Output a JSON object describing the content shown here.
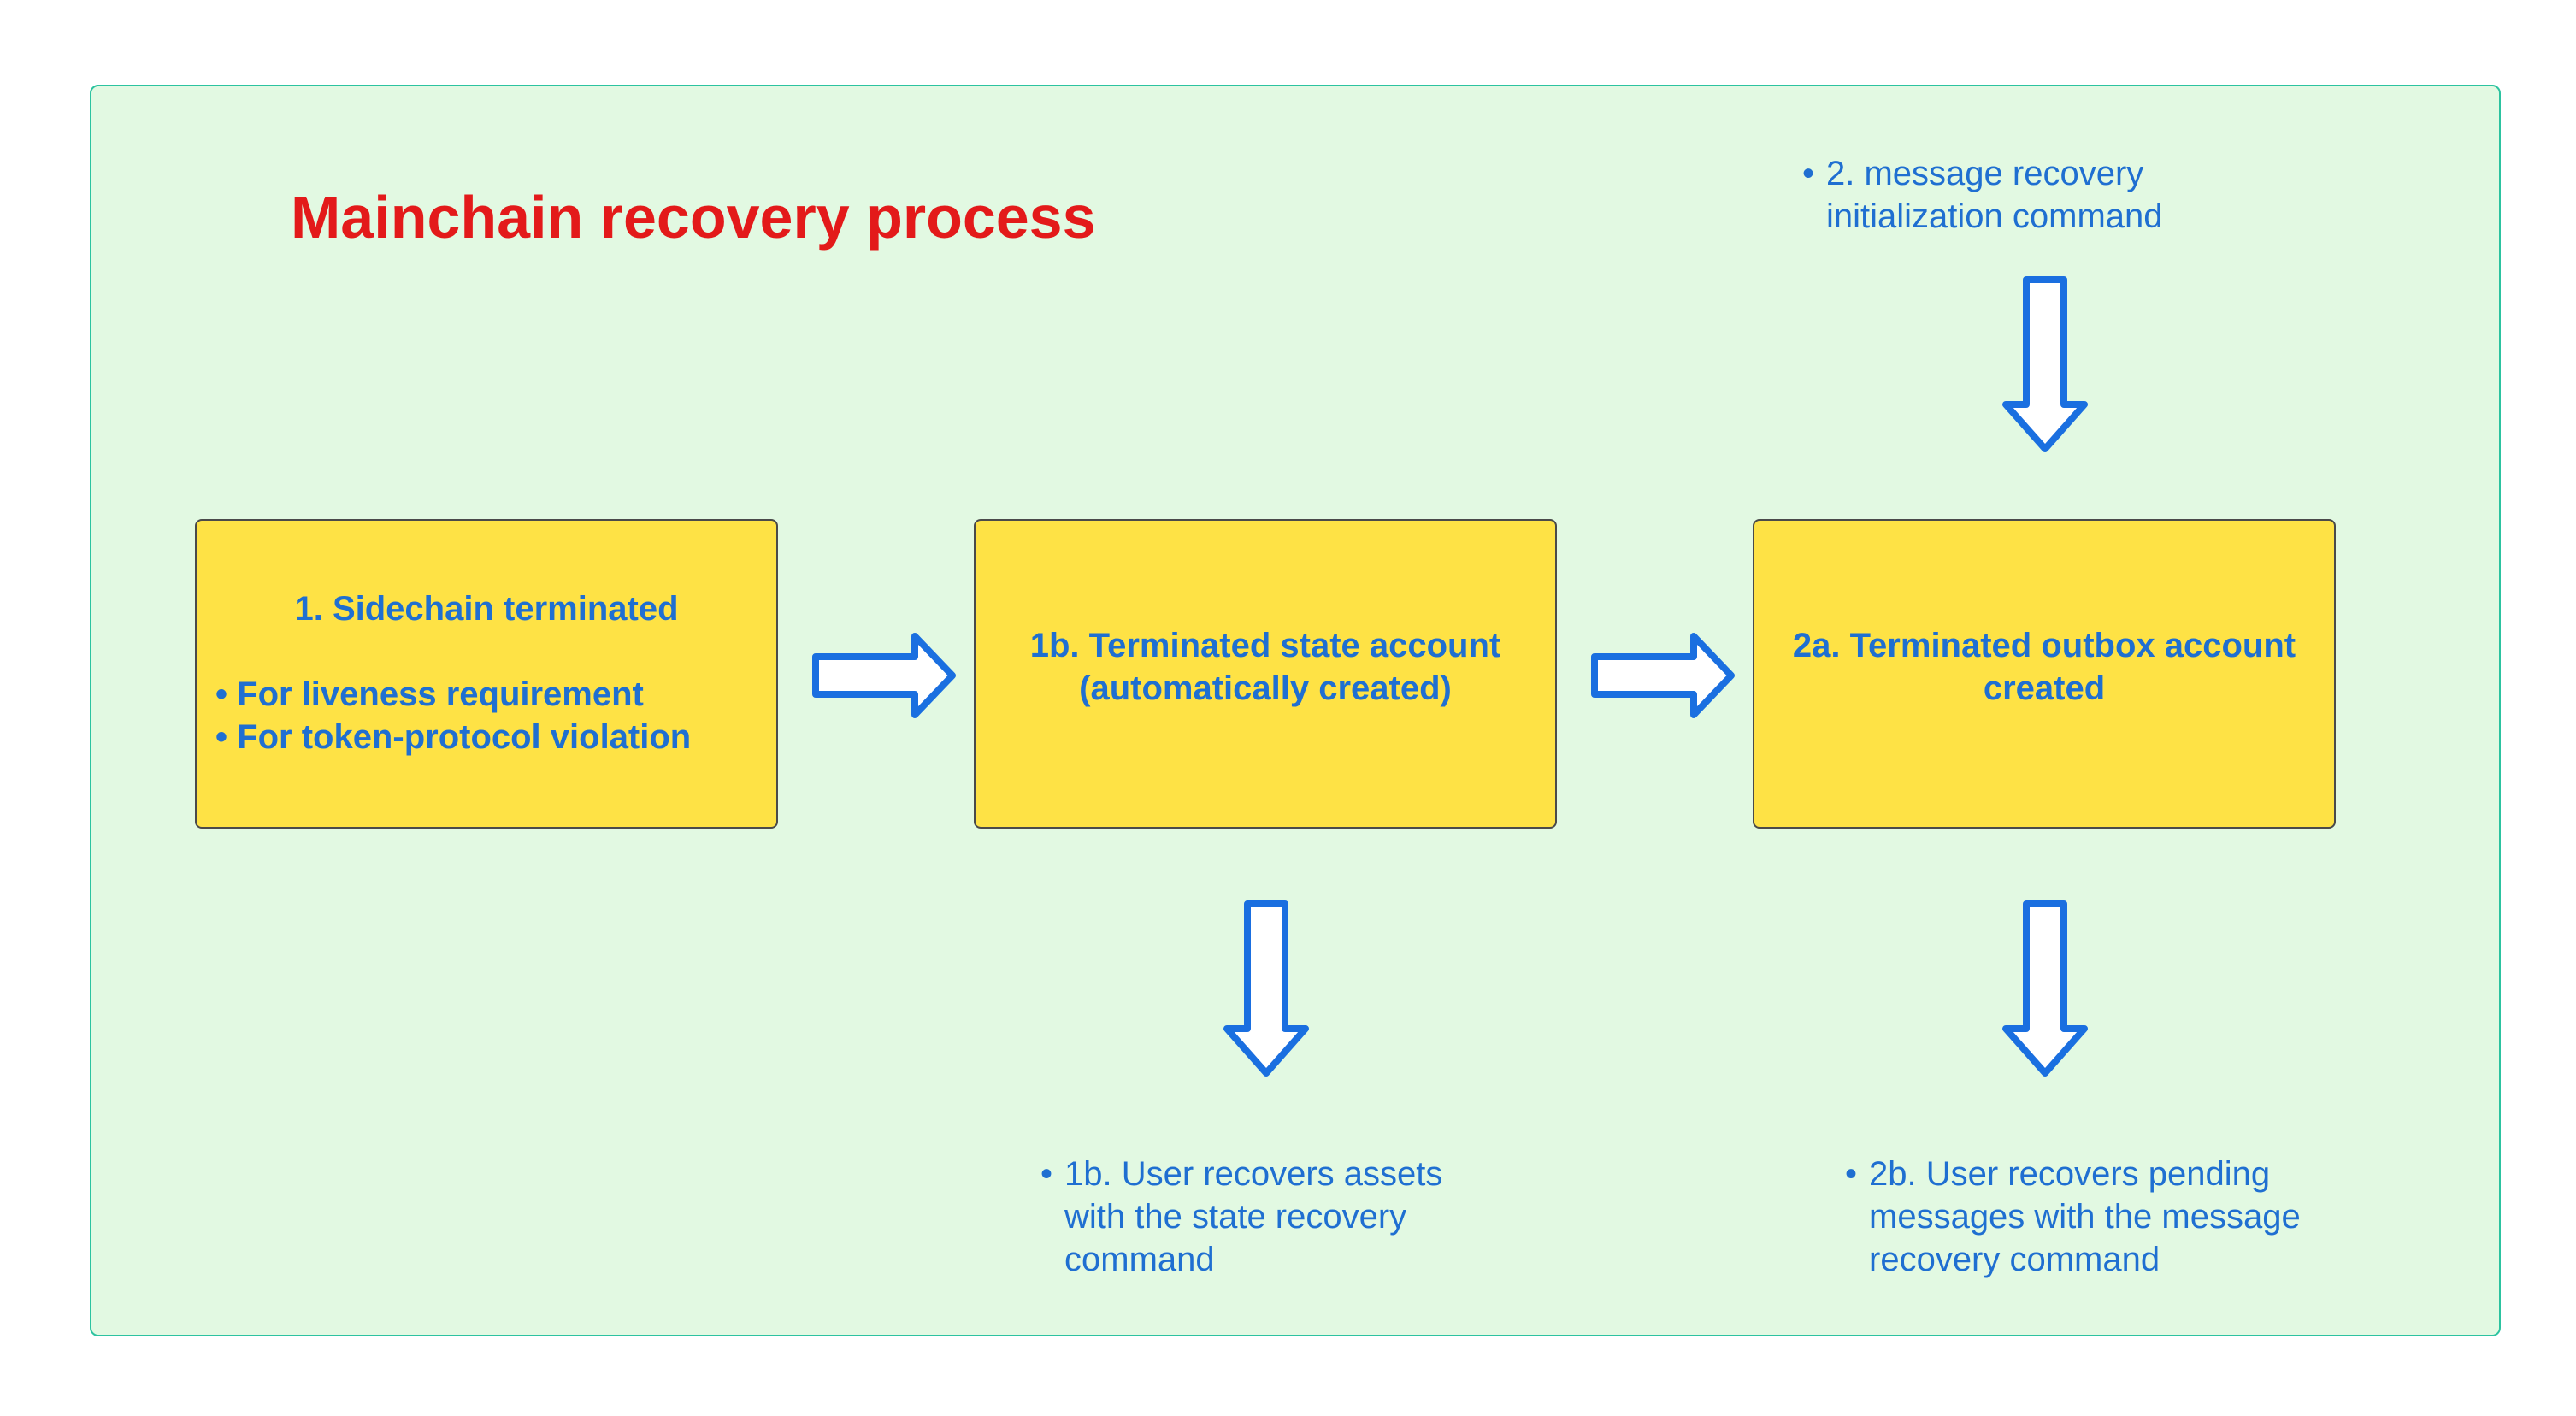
{
  "diagram": {
    "title": "Mainchain recovery process",
    "boxes": [
      {
        "heading": "1. Sidechain terminated",
        "bullets": [
          "For liveness requirement",
          "For token-protocol violation"
        ]
      },
      {
        "lines": [
          "1b. Terminated state account",
          "(automatically created)"
        ]
      },
      {
        "lines": [
          "2a. Terminated outbox account",
          "created"
        ]
      }
    ],
    "notes": {
      "top": [
        "2. message recovery",
        "initialization command"
      ],
      "bottom_left": [
        "1b. User recovers assets",
        "with the state recovery",
        "command"
      ],
      "bottom_right": [
        "2b. User recovers pending",
        "messages with the message",
        "recovery command"
      ]
    },
    "bullet_char": "•",
    "colors": {
      "panel_bg": "#e2f9e2",
      "panel_border": "#2cc3a0",
      "box_fill": "#fee245",
      "text_blue": "#1f6fd1",
      "title_red": "#e31a1a",
      "arrow_stroke": "#1a6fe0"
    }
  }
}
